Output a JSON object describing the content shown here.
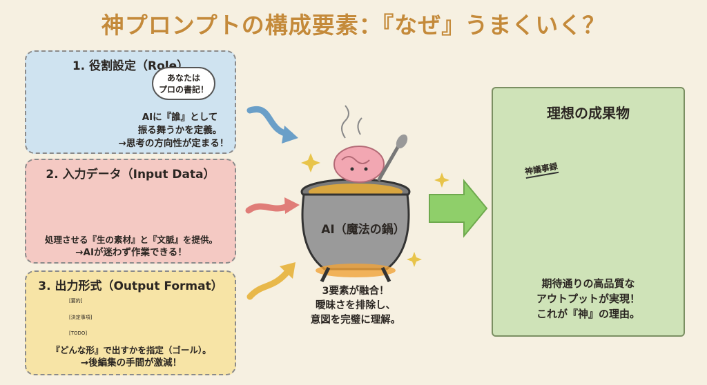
{
  "title": "神プロンプトの構成要素：『なぜ』うまくいく？",
  "panel1": {
    "heading": "1. 役割設定（Role）",
    "bubble_line1": "あなたは",
    "bubble_line2": "プロの書記！",
    "line1": "AIに『誰』として",
    "line2": "振る舞うかを定義。",
    "line3": "→思考の方向性が定まる！",
    "colors": {
      "bg": "#cfe3f0"
    }
  },
  "panel2": {
    "heading": "2. 入力データ（Input Data）",
    "line1": "処理させる『生の素材』と『文脈』を提供。",
    "line2": "→AIが迷わず作業できる！",
    "colors": {
      "bg": "#f4c9c3"
    }
  },
  "panel3": {
    "heading": "3. 出力形式（Output Format）",
    "form_labels": [
      "[要約]",
      "[決定事項]",
      "[TODO]"
    ],
    "line1": "『どんな形』で出すかを指定（ゴール）。",
    "line2": "→後編集の手間が激減！",
    "colors": {
      "bg": "#f7e4a6"
    }
  },
  "center": {
    "pot_label": "AI（魔法の鍋）",
    "line1": "3要素が融合！",
    "line2": "曖昧さを排除し、",
    "line3": "意図を完璧に理解。"
  },
  "result": {
    "heading": "理想の成果物",
    "doc_title": "神議事録",
    "line1": "期待通りの高品質な",
    "line2": "アウトプットが実現！",
    "line3": "これが『神』の理由。"
  },
  "icons": [
    "question-icon",
    "exclamation-icon",
    "music-note-icon",
    "arrow-right-icon",
    "sparkle-icon",
    "brain-icon",
    "pot-icon",
    "spoon-icon",
    "document-icon"
  ]
}
